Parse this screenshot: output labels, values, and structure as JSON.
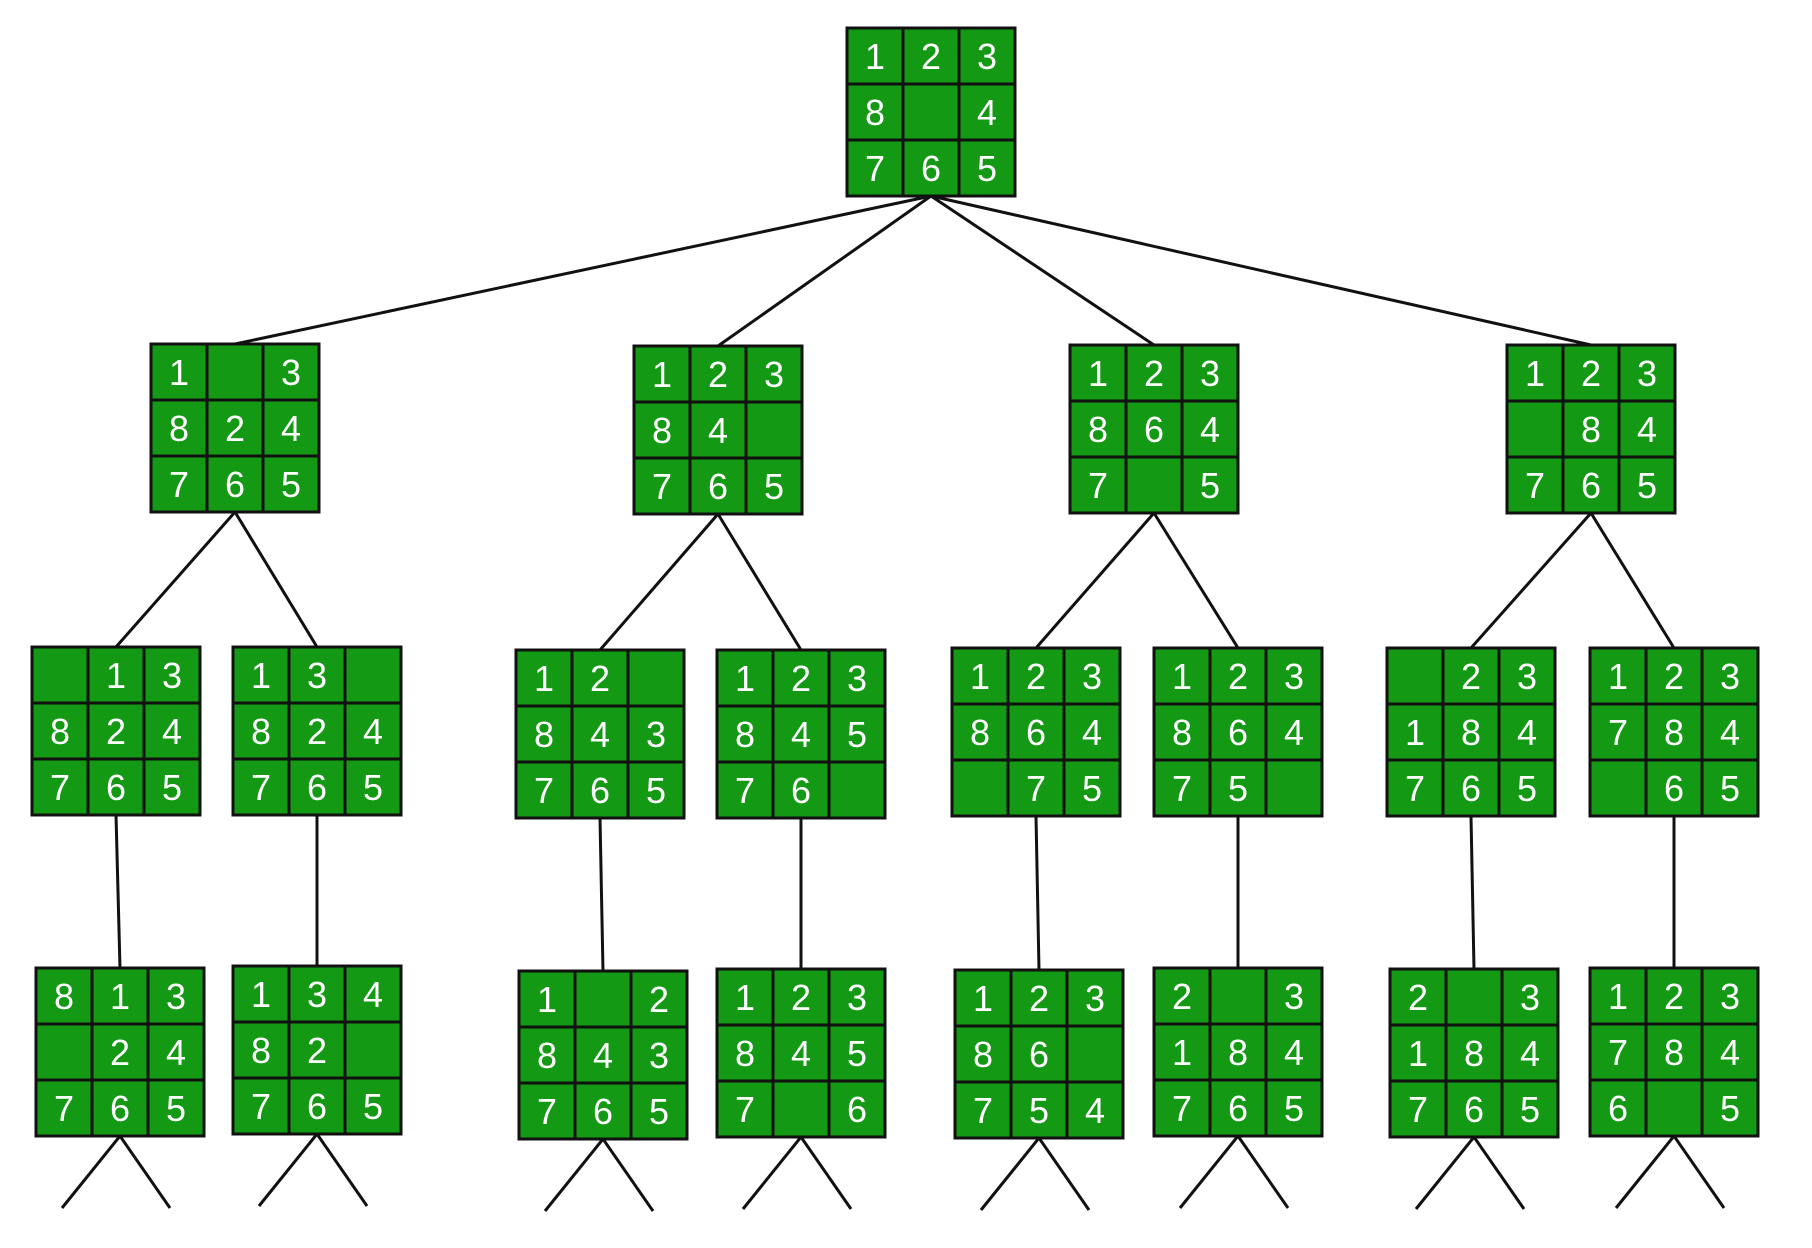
{
  "colors": {
    "tile_fill": "#139913",
    "tile_border": "#111111",
    "tile_text": "#ffffff",
    "edge": "#111111",
    "background": "#ffffff"
  },
  "tree": {
    "root": {
      "id": "root",
      "cells": [
        "1",
        "2",
        "3",
        "8",
        "",
        "4",
        "7",
        "6",
        "5"
      ]
    },
    "level1": [
      {
        "id": "a",
        "parent": "root",
        "cells": [
          "1",
          "",
          "3",
          "8",
          "2",
          "4",
          "7",
          "6",
          "5"
        ]
      },
      {
        "id": "b",
        "parent": "root",
        "cells": [
          "1",
          "2",
          "3",
          "8",
          "4",
          "",
          "7",
          "6",
          "5"
        ]
      },
      {
        "id": "c",
        "parent": "root",
        "cells": [
          "1",
          "2",
          "3",
          "8",
          "6",
          "4",
          "7",
          "",
          "5"
        ]
      },
      {
        "id": "d",
        "parent": "root",
        "cells": [
          "1",
          "2",
          "3",
          "",
          "8",
          "4",
          "7",
          "6",
          "5"
        ]
      }
    ],
    "level2": [
      {
        "id": "a1",
        "parent": "a",
        "cells": [
          "",
          "1",
          "3",
          "8",
          "2",
          "4",
          "7",
          "6",
          "5"
        ]
      },
      {
        "id": "a2",
        "parent": "a",
        "cells": [
          "1",
          "3",
          "",
          "8",
          "2",
          "4",
          "7",
          "6",
          "5"
        ]
      },
      {
        "id": "b1",
        "parent": "b",
        "cells": [
          "1",
          "2",
          "",
          "8",
          "4",
          "3",
          "7",
          "6",
          "5"
        ]
      },
      {
        "id": "b2",
        "parent": "b",
        "cells": [
          "1",
          "2",
          "3",
          "8",
          "4",
          "5",
          "7",
          "6",
          ""
        ]
      },
      {
        "id": "c1",
        "parent": "c",
        "cells": [
          "1",
          "2",
          "3",
          "8",
          "6",
          "4",
          "",
          "7",
          "5"
        ]
      },
      {
        "id": "c2",
        "parent": "c",
        "cells": [
          "1",
          "2",
          "3",
          "8",
          "6",
          "4",
          "7",
          "5",
          ""
        ]
      },
      {
        "id": "d1",
        "parent": "d",
        "cells": [
          "",
          "2",
          "3",
          "1",
          "8",
          "4",
          "7",
          "6",
          "5"
        ]
      },
      {
        "id": "d2",
        "parent": "d",
        "cells": [
          "1",
          "2",
          "3",
          "7",
          "8",
          "4",
          "",
          "6",
          "5"
        ]
      }
    ],
    "level3": [
      {
        "id": "a1x",
        "parent": "a1",
        "cells": [
          "8",
          "1",
          "3",
          "",
          "2",
          "4",
          "7",
          "6",
          "5"
        ]
      },
      {
        "id": "a2x",
        "parent": "a2",
        "cells": [
          "1",
          "3",
          "4",
          "8",
          "2",
          "",
          "7",
          "6",
          "5"
        ]
      },
      {
        "id": "b1x",
        "parent": "b1",
        "cells": [
          "1",
          "",
          "2",
          "8",
          "4",
          "3",
          "7",
          "6",
          "5"
        ]
      },
      {
        "id": "b2x",
        "parent": "b2",
        "cells": [
          "1",
          "2",
          "3",
          "8",
          "4",
          "5",
          "7",
          "",
          "6"
        ]
      },
      {
        "id": "c1x",
        "parent": "c1",
        "cells": [
          "1",
          "2",
          "3",
          "8",
          "6",
          "",
          "7",
          "5",
          "4"
        ]
      },
      {
        "id": "c2x",
        "parent": "c2",
        "cells": [
          "2",
          "",
          "3",
          "1",
          "8",
          "4",
          "7",
          "6",
          "5"
        ]
      },
      {
        "id": "d1x",
        "parent": "d1",
        "cells": [
          "2",
          "",
          "3",
          "1",
          "8",
          "4",
          "7",
          "6",
          "5"
        ]
      },
      {
        "id": "d2x",
        "parent": "d2",
        "cells": [
          "1",
          "2",
          "3",
          "7",
          "8",
          "4",
          "6",
          "",
          "5"
        ]
      }
    ]
  }
}
